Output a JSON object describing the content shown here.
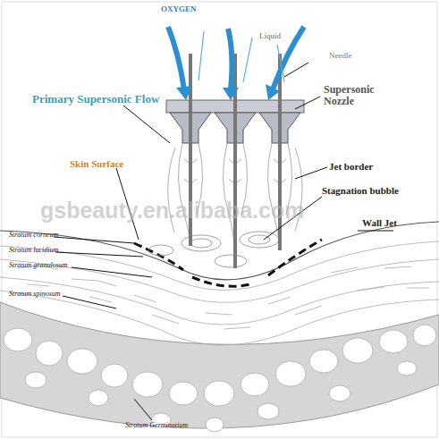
{
  "diagram": {
    "labels": [
      "OXYGEN",
      "Liquid",
      "Needle",
      "Primary Supersonic Flow",
      "Supersonic Nozzle",
      "Skin Surface",
      "Jet border",
      "Stagnation bubble",
      "Wall Jet",
      "Stratum corneum",
      "Stratum lucidium",
      "Stratum granulosum",
      "Stratum spinosum",
      "Stratum Germinatium",
      "gsbeauty.en.alibaba.com"
    ]
  }
}
